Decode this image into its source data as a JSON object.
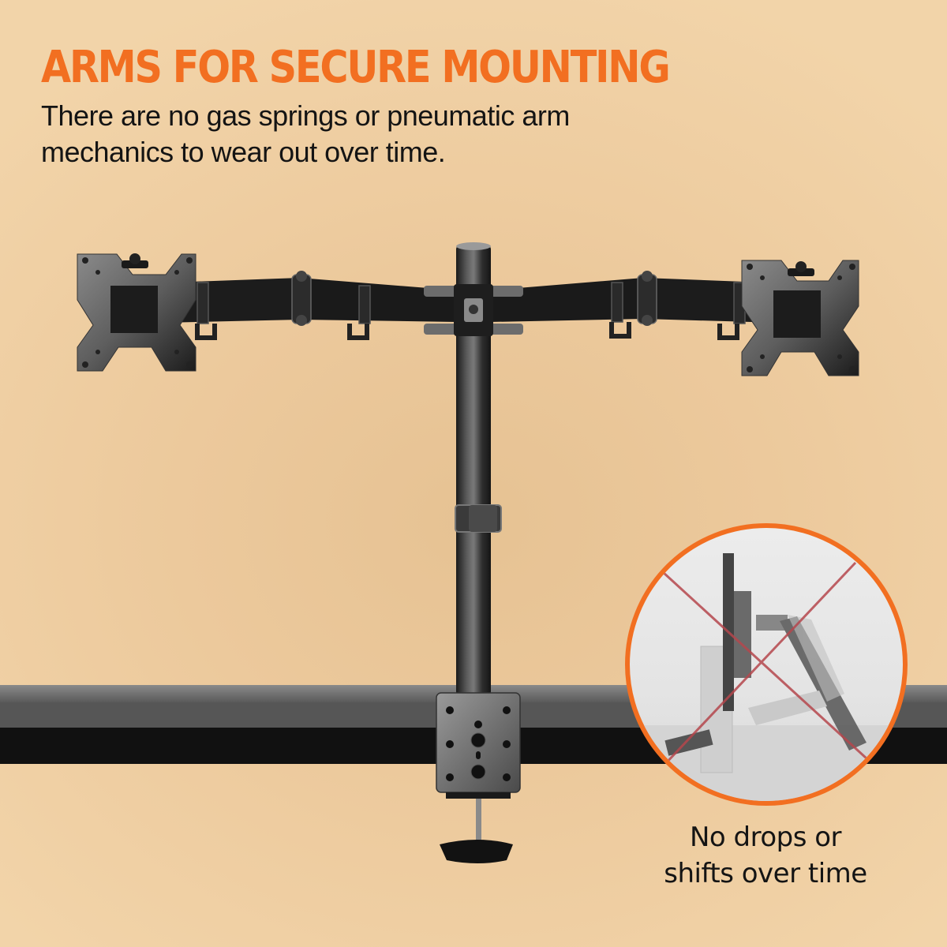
{
  "headline": "ARMS FOR SECURE MOUNTING",
  "subtext": {
    "line1": "There are no gas springs or pneumatic arm",
    "line2": "mechanics to wear out over time."
  },
  "inset": {
    "caption_line1": "No drops or",
    "caption_line2": "shifts over time",
    "crossed_out": "gas-spring monitor arm",
    "icon": "x-mark-icon"
  },
  "product": {
    "name": "dual monitor desk mount with clamp",
    "parts": [
      "vesa-plate-left",
      "arm-left",
      "center-pole",
      "arm-right",
      "vesa-plate-right",
      "height-collar",
      "desk-clamp",
      "clamp-knob"
    ]
  },
  "colors": {
    "accent": "#f26f21",
    "background": "#f2d4a9",
    "text": "#141414",
    "metal_dark": "#1c1c1c",
    "desk_top": "#6e6e6e",
    "desk_front": "#111111",
    "x_mark": "#b5474d"
  }
}
